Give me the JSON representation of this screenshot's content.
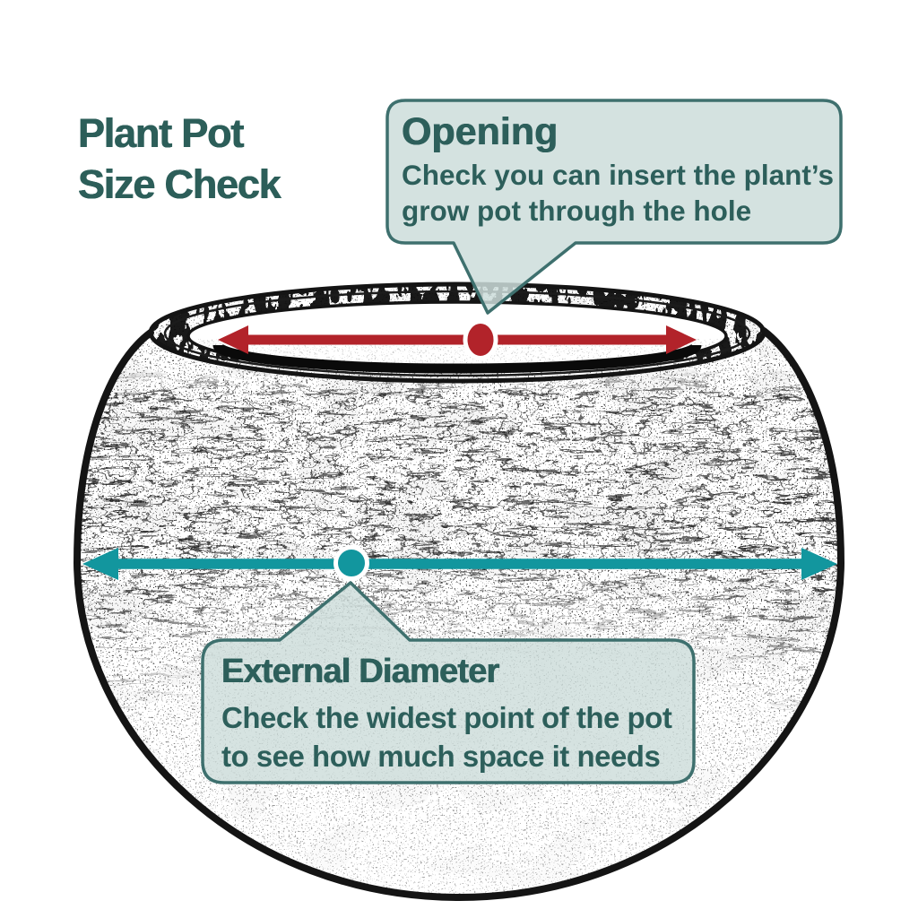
{
  "title": {
    "line1": "Plant Pot",
    "line2": "Size Check"
  },
  "callouts": {
    "opening": {
      "title": "Opening",
      "body_line1": "Check you can insert the plant’s",
      "body_line2": "grow pot through the hole"
    },
    "external_diameter": {
      "title": "External Diameter",
      "body_line1": "Check the widest point of the pot",
      "body_line2": "to see how much space it needs"
    }
  },
  "icons": {
    "opening_arrow": "double-headed-arrow-icon",
    "opening_point": "measure-point-dot-icon",
    "diameter_arrow": "double-headed-arrow-icon",
    "diameter_point": "measure-point-dot-icon"
  },
  "colors": {
    "background": "#ffffff",
    "heading_text": "#2c5e59",
    "box_text": "#2d5f5b",
    "box_fill": "#cddddb",
    "box_border": "#3e706e",
    "opening_accent": "#b2232a",
    "diameter_accent": "#12969e",
    "pot_ink": "#141414"
  }
}
